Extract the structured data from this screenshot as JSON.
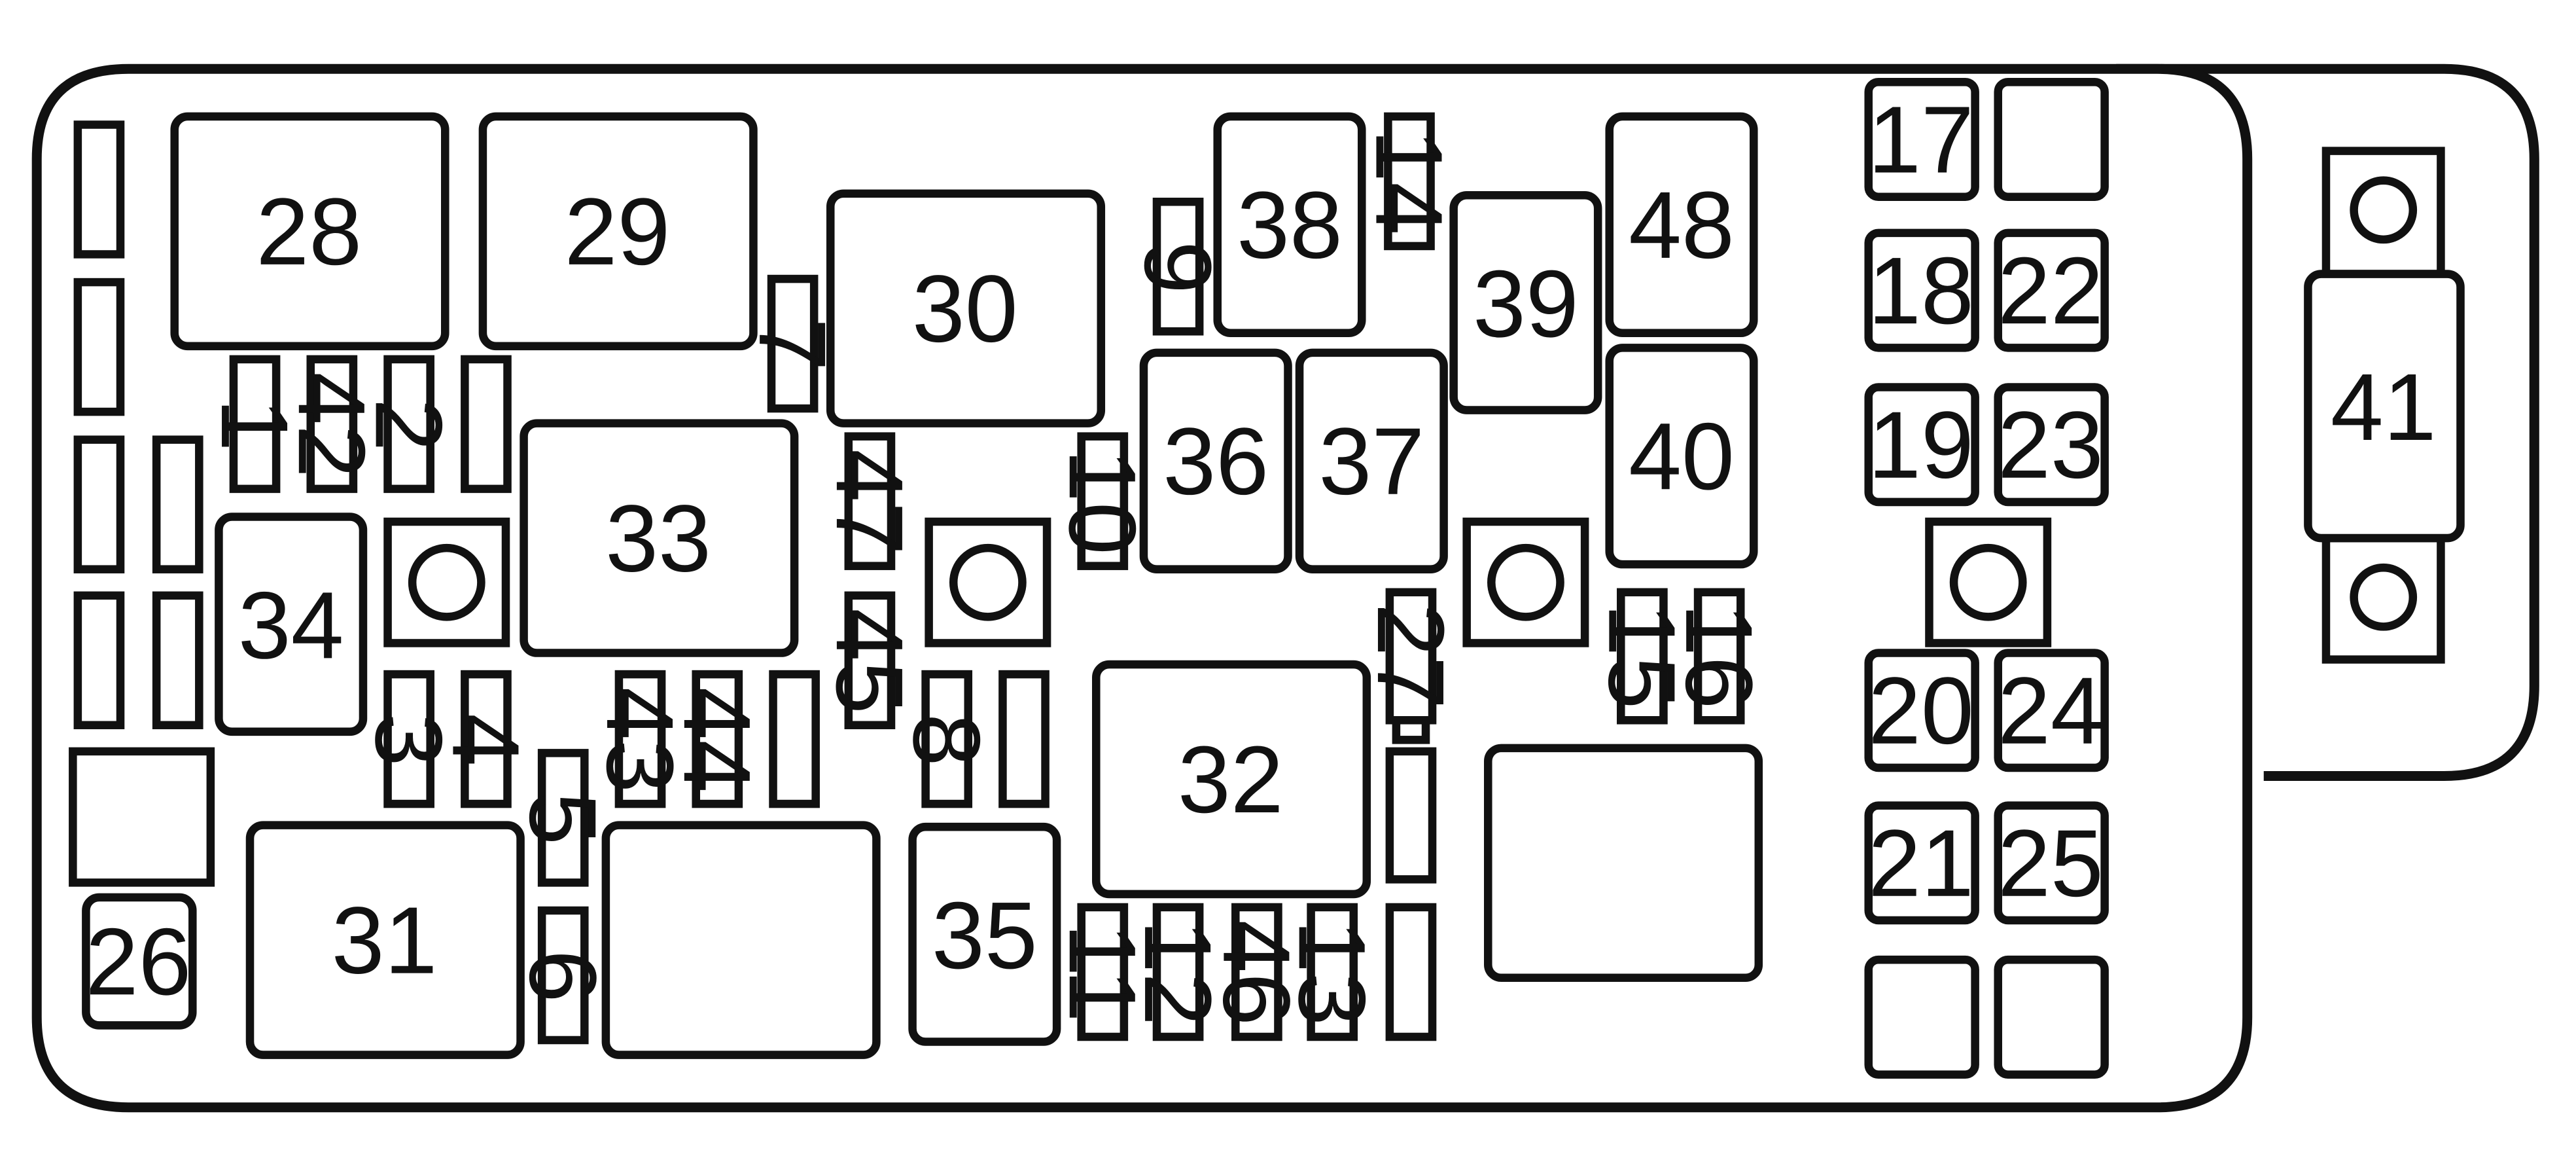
{
  "colors": {
    "line": "#111111",
    "background": "#ffffff"
  },
  "labels": {
    "b1": "1",
    "b2": "2",
    "b3": "3",
    "b4": "4",
    "b5": "5",
    "b6": "6",
    "b7": "7",
    "b8": "8",
    "b9": "9",
    "b10": "10",
    "b11": "11",
    "b12": "12",
    "b13": "13",
    "b14": "14",
    "b15": "15",
    "b16": "16",
    "b17": "17",
    "b18": "18",
    "b19": "19",
    "b20": "20",
    "b21": "21",
    "b22": "22",
    "b23": "23",
    "b24": "24",
    "b25": "25",
    "b26": "26",
    "b27": "27",
    "b28": "28",
    "b29": "29",
    "b30": "30",
    "b31": "31",
    "b32": "32",
    "b33": "33",
    "b34": "34",
    "b35": "35",
    "b36": "36",
    "b37": "37",
    "b38": "38",
    "b39": "39",
    "b40": "40",
    "b41": "41",
    "b42": "42",
    "b43": "43",
    "b44": "44",
    "b45": "45",
    "b46": "46",
    "b47": "47",
    "b48": "48"
  }
}
